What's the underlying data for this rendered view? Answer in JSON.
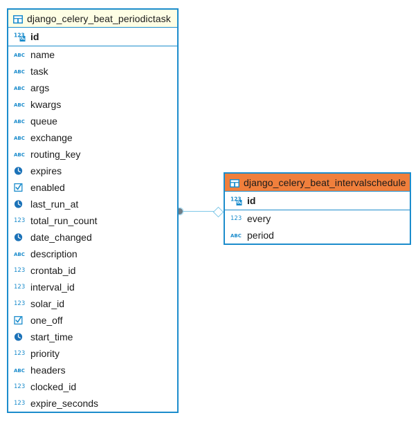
{
  "diagram": {
    "kind": "database-entity-relationship-diagram",
    "background_color": "#ffffff",
    "border_color": "#1b8ccc",
    "connector_color": "#7ec8e8",
    "connector_endpoint_color": "#6f7d87"
  },
  "tables": [
    {
      "id": "django_celery_beat_periodictask",
      "name": "django_celery_beat_periodictask",
      "header_color": "#fefee4",
      "icon": "table-icon",
      "primary_key": {
        "name": "id",
        "icon": "primary-key-number-icon",
        "type": "integer"
      },
      "columns": [
        {
          "name": "name",
          "icon": "text-abc-icon",
          "type": "text"
        },
        {
          "name": "task",
          "icon": "text-abc-icon",
          "type": "text"
        },
        {
          "name": "args",
          "icon": "text-abc-icon",
          "type": "text"
        },
        {
          "name": "kwargs",
          "icon": "text-abc-icon",
          "type": "text"
        },
        {
          "name": "queue",
          "icon": "text-abc-icon",
          "type": "text"
        },
        {
          "name": "exchange",
          "icon": "text-abc-icon",
          "type": "text"
        },
        {
          "name": "routing_key",
          "icon": "text-abc-icon",
          "type": "text"
        },
        {
          "name": "expires",
          "icon": "datetime-clock-icon",
          "type": "datetime"
        },
        {
          "name": "enabled",
          "icon": "boolean-checkbox-icon",
          "type": "boolean"
        },
        {
          "name": "last_run_at",
          "icon": "datetime-clock-icon",
          "type": "datetime"
        },
        {
          "name": "total_run_count",
          "icon": "number-123-icon",
          "type": "integer"
        },
        {
          "name": "date_changed",
          "icon": "datetime-clock-icon",
          "type": "datetime"
        },
        {
          "name": "description",
          "icon": "text-abc-icon",
          "type": "text"
        },
        {
          "name": "crontab_id",
          "icon": "number-123-icon",
          "type": "integer"
        },
        {
          "name": "interval_id",
          "icon": "number-123-icon",
          "type": "integer"
        },
        {
          "name": "solar_id",
          "icon": "number-123-icon",
          "type": "integer"
        },
        {
          "name": "one_off",
          "icon": "boolean-checkbox-icon",
          "type": "boolean"
        },
        {
          "name": "start_time",
          "icon": "datetime-clock-icon",
          "type": "datetime"
        },
        {
          "name": "priority",
          "icon": "number-123-icon",
          "type": "integer"
        },
        {
          "name": "headers",
          "icon": "text-abc-icon",
          "type": "text"
        },
        {
          "name": "clocked_id",
          "icon": "number-123-icon",
          "type": "integer"
        },
        {
          "name": "expire_seconds",
          "icon": "number-123-icon",
          "type": "integer"
        }
      ]
    },
    {
      "id": "django_celery_beat_intervalschedule",
      "name": "django_celery_beat_intervalschedule",
      "header_color": "#f07f3c",
      "icon": "table-icon",
      "primary_key": {
        "name": "id",
        "icon": "primary-key-number-icon",
        "type": "integer"
      },
      "columns": [
        {
          "name": "every",
          "icon": "number-123-icon",
          "type": "integer"
        },
        {
          "name": "period",
          "icon": "text-abc-icon",
          "type": "text"
        }
      ]
    }
  ],
  "relationships": [
    {
      "name": "periodictask-to-intervalschedule",
      "from_table": "django_celery_beat_periodictask",
      "to_table": "django_celery_beat_intervalschedule",
      "from_marker": "filled-circle",
      "to_marker": "hollow-diamond"
    }
  ]
}
